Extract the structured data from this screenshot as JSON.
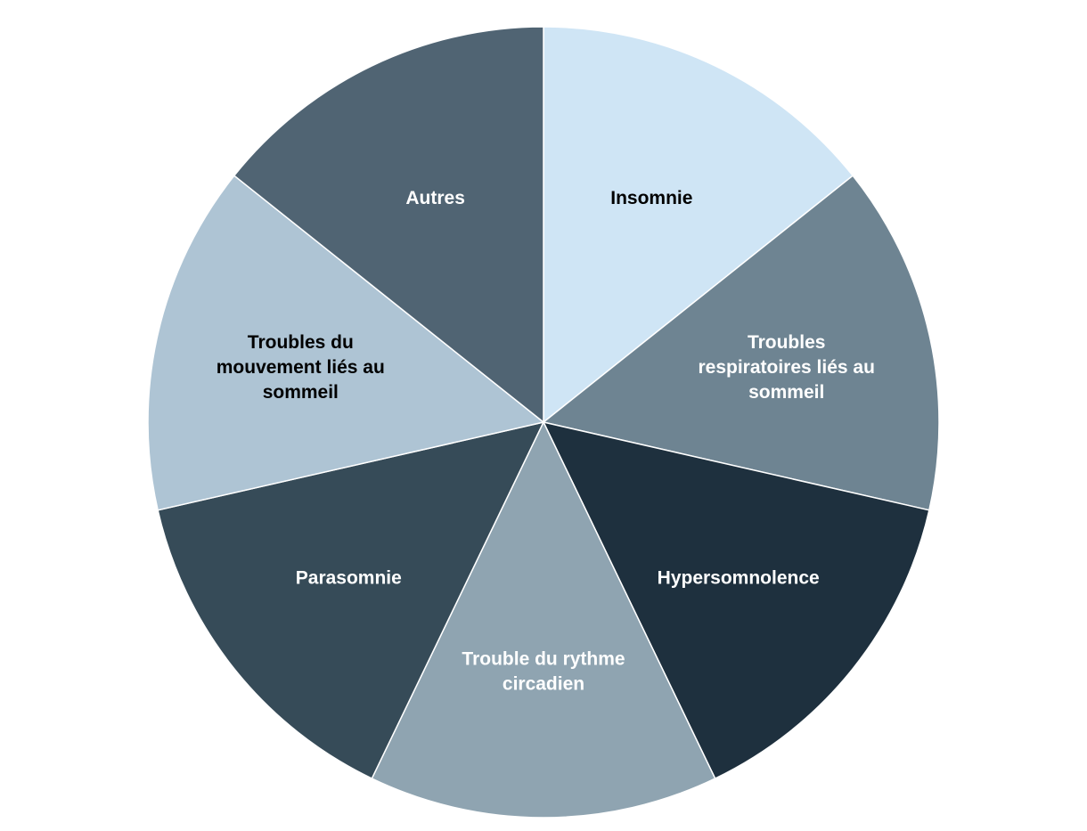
{
  "chart_data": {
    "type": "pie",
    "title": "",
    "categories": [
      "Insomnie",
      "Troubles respiratoires liés au sommeil",
      "Hypersomnolence",
      "Trouble du rythme circadien",
      "Parasomnie",
      "Troubles du mouvement liés au sommeil",
      "Autres"
    ],
    "values": [
      1,
      1,
      1,
      1,
      1,
      1,
      1
    ],
    "slices": [
      {
        "label": "Insomnie",
        "label_lines": [
          "Insomnie"
        ],
        "value": 1,
        "color": "#cfe5f5",
        "text_color": "#000000"
      },
      {
        "label": "Troubles respiratoires liés au sommeil",
        "label_lines": [
          "Troubles",
          "respiratoires liés au",
          "sommeil"
        ],
        "value": 1,
        "color": "#6e8492",
        "text_color": "#ffffff"
      },
      {
        "label": "Hypersomnolence",
        "label_lines": [
          "Hypersomnolence"
        ],
        "value": 1,
        "color": "#1e303e",
        "text_color": "#ffffff"
      },
      {
        "label": "Trouble du rythme circadien",
        "label_lines": [
          "Trouble du rythme",
          "circadien"
        ],
        "value": 1,
        "color": "#8fa4b1",
        "text_color": "#ffffff"
      },
      {
        "label": "Parasomnie",
        "label_lines": [
          "Parasomnie"
        ],
        "value": 1,
        "color": "#364b58",
        "text_color": "#ffffff"
      },
      {
        "label": "Troubles du mouvement liés au sommeil",
        "label_lines": [
          "Troubles du",
          "mouvement liés au",
          "sommeil"
        ],
        "value": 1,
        "color": "#aec4d4",
        "text_color": "#000000"
      },
      {
        "label": "Autres",
        "label_lines": [
          "Autres"
        ],
        "value": 1,
        "color": "#506473",
        "text_color": "#ffffff"
      }
    ],
    "start_angle": "12 o'clock",
    "direction": "clockwise",
    "legend": "none",
    "slice_border_color": "#ffffff"
  }
}
